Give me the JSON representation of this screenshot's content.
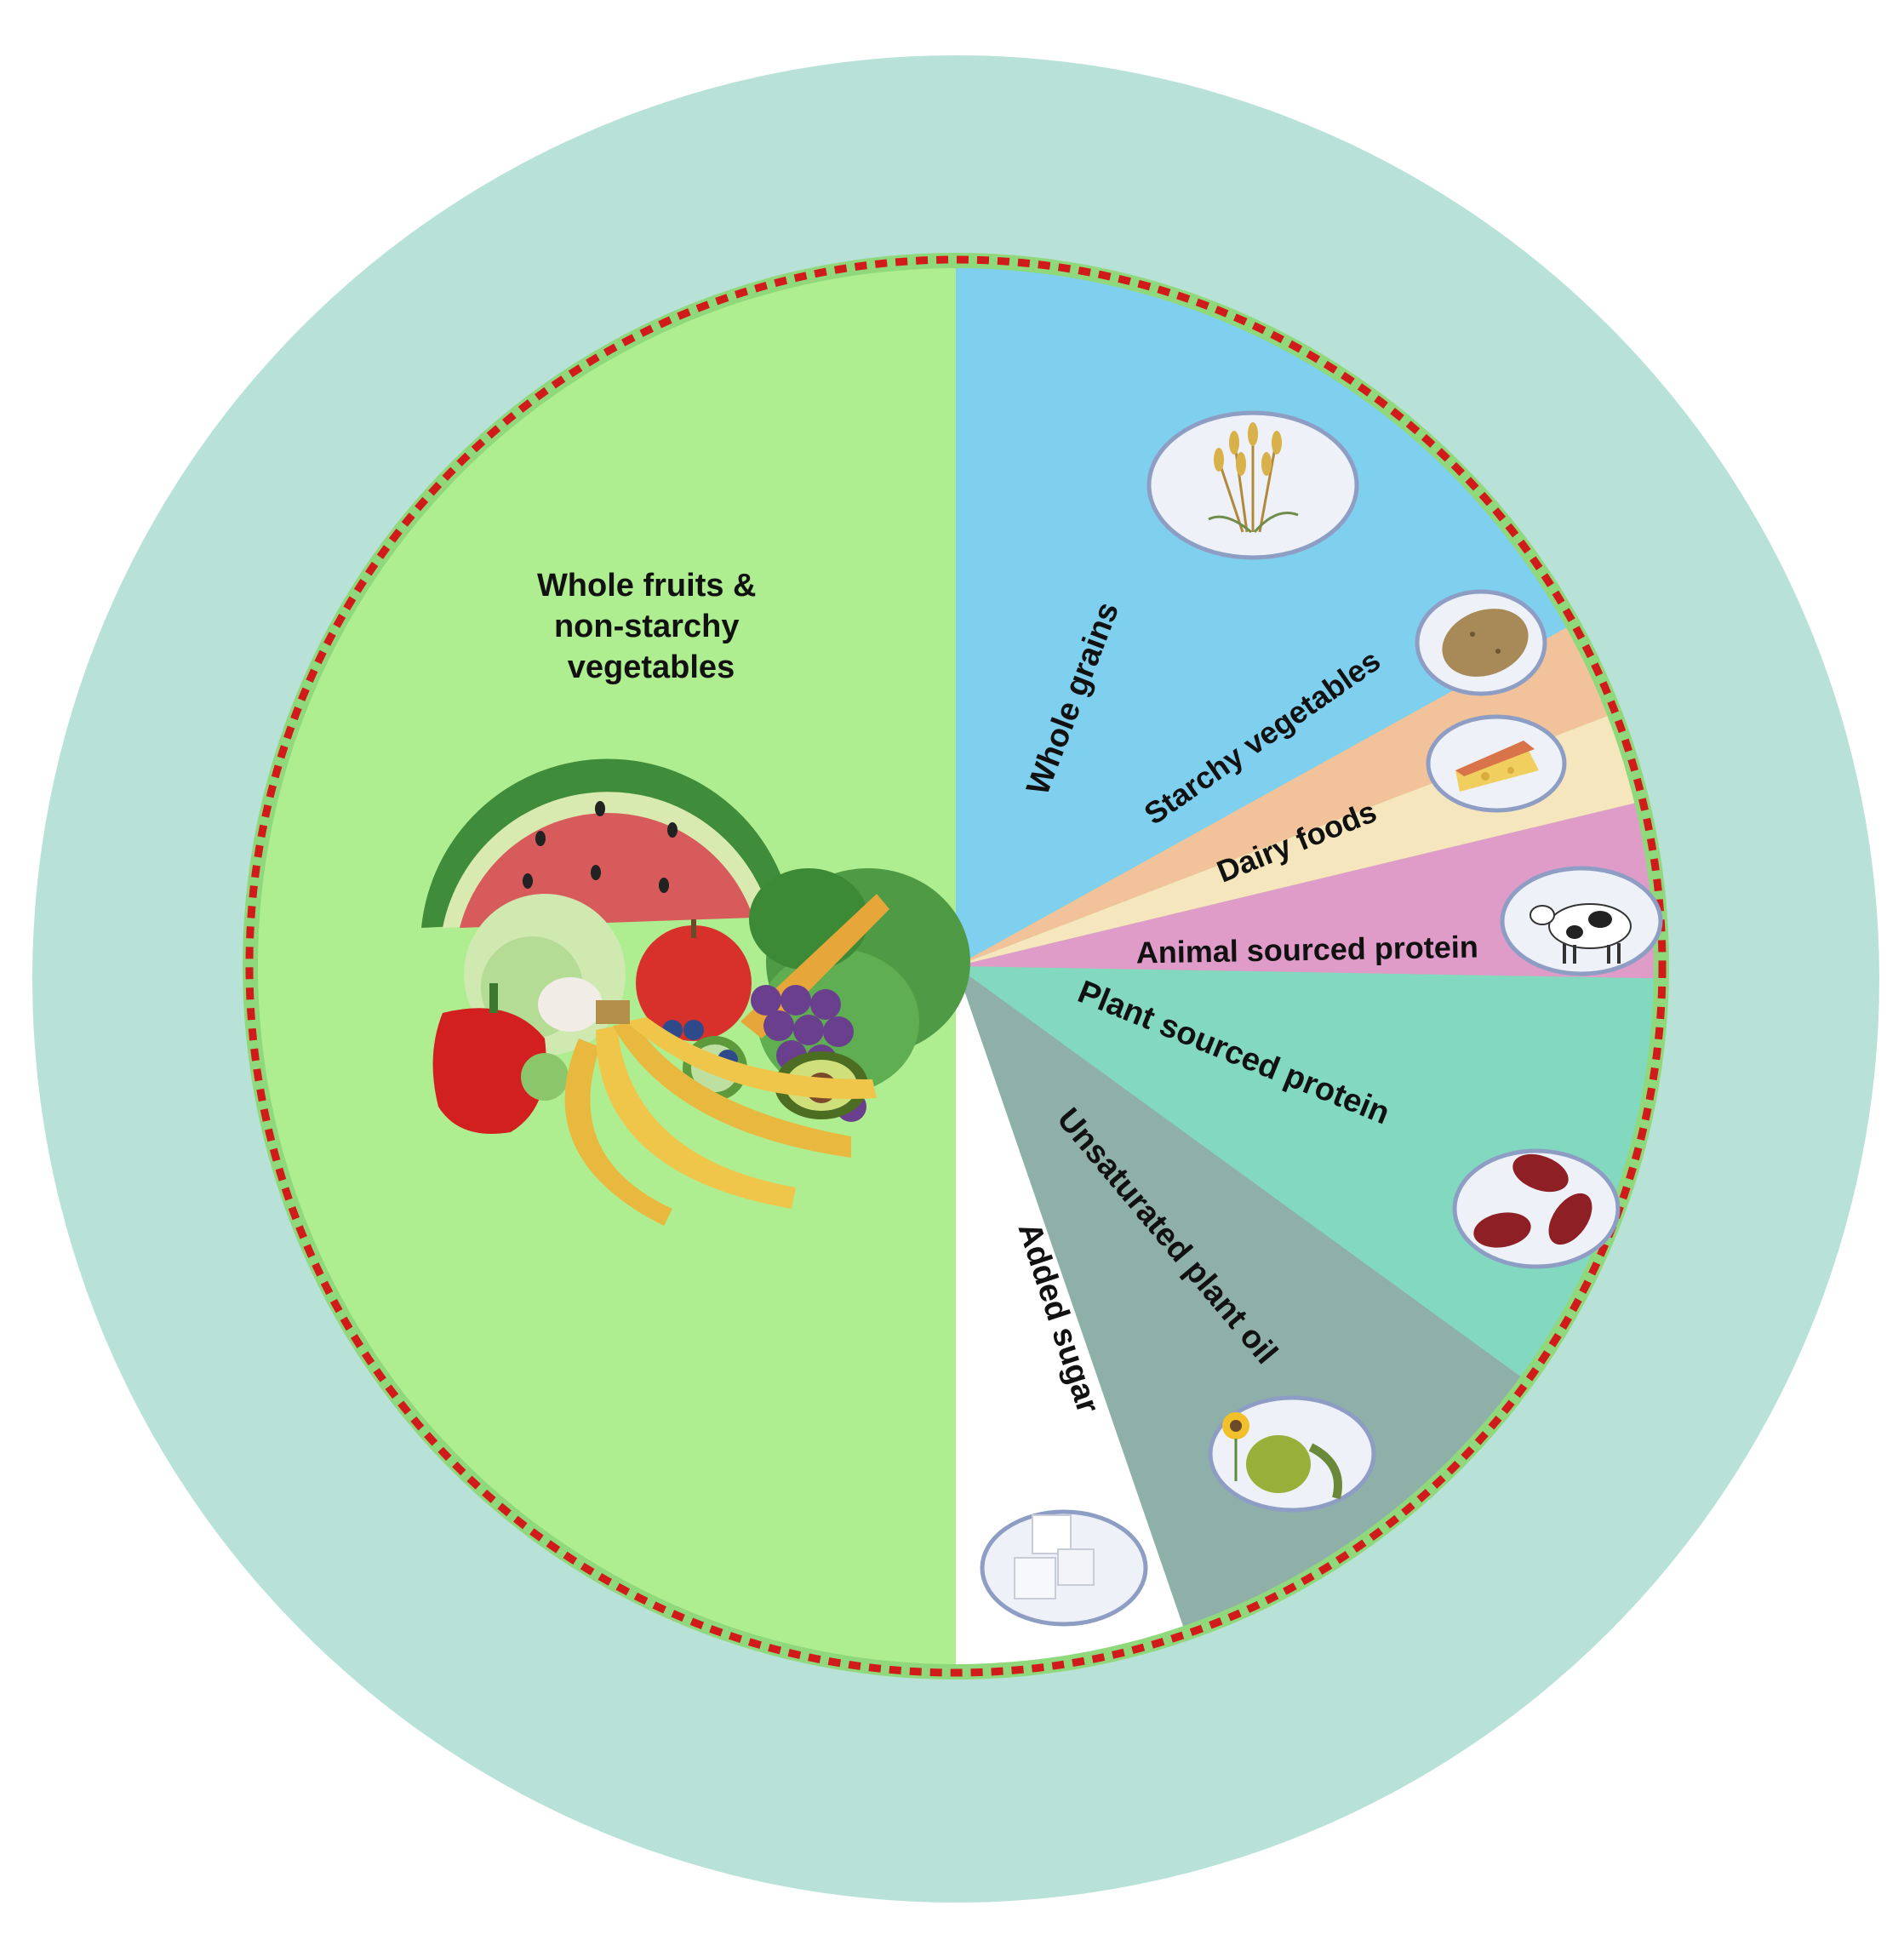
{
  "colors": {
    "outer_ring": "#b8e2d8",
    "plate_border": "#8fd97c",
    "dashed_boundary": "#d11a1a",
    "fruits_veg": "#aeee90",
    "whole_grains": "#7fd0ee",
    "starchy": "#f2c39b",
    "dairy": "#f6e6bd",
    "animal": "#df9cc9",
    "plant_protein": "#82d9c0",
    "oil": "#8fb0a8",
    "sugar": "#ffffff"
  },
  "segments": [
    {
      "id": "fruits-veg",
      "label_lines": [
        "Whole fruits &",
        "non-starchy",
        "vegetables"
      ],
      "color_key": "fruits_veg",
      "icon": "fruit-vegetable-pile-icon"
    },
    {
      "id": "whole-grains",
      "label_lines": [
        "Whole grains"
      ],
      "color_key": "whole_grains",
      "icon": "wheat-icon"
    },
    {
      "id": "starchy-vegetables",
      "label_lines": [
        "Starchy vegetables"
      ],
      "color_key": "starchy",
      "icon": "potato-icon"
    },
    {
      "id": "dairy-foods",
      "label_lines": [
        "Dairy foods"
      ],
      "color_key": "dairy",
      "icon": "cheese-icon"
    },
    {
      "id": "animal-protein",
      "label_lines": [
        "Animal sourced protein"
      ],
      "color_key": "animal",
      "icon": "cow-icon"
    },
    {
      "id": "plant-protein",
      "label_lines": [
        "Plant sourced protein"
      ],
      "color_key": "plant_protein",
      "icon": "kidney-beans-icon"
    },
    {
      "id": "plant-oil",
      "label_lines": [
        "Unsaturated plant oil"
      ],
      "color_key": "oil",
      "icon": "olive-sunflower-icon"
    },
    {
      "id": "added-sugar",
      "label_lines": [
        "Added sugar"
      ],
      "color_key": "sugar",
      "icon": "sugar-cubes-icon"
    }
  ]
}
